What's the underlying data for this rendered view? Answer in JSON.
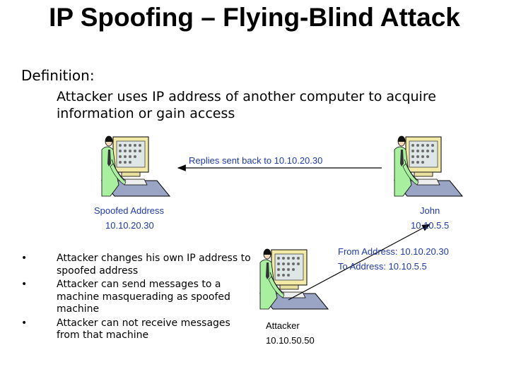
{
  "slide": {
    "title": "IP Spoofing – Flying-Blind Attack",
    "definition_label": "Definition:",
    "definition_text": "Attacker uses IP address of another computer to acquire information or gain access"
  },
  "diagram": {
    "replies_label": "Replies sent back to 10.10.20.30",
    "spoofed_name": "Spoofed Address",
    "spoofed_ip": "10.10.20.30",
    "john_name": "John",
    "john_ip": "10.10.5.5",
    "from_address": "From Address: 10.10.20.30",
    "to_address": "To Address: 10.10.5.5",
    "attacker_name": "Attacker",
    "attacker_ip": "10.10.50.50"
  },
  "bullets": [
    "Attacker changes his own IP address to spoofed address",
    "Attacker can send messages to a machine masquerading as spoofed machine",
    "Attacker can not receive messages from that machine"
  ],
  "bullet_symbol": "•",
  "colors": {
    "label_blue": "#1f3aa8",
    "shirt_green": "#a8f0a0",
    "monitor_frame": "#f2eaa6",
    "desk": "#9aa4c4"
  }
}
